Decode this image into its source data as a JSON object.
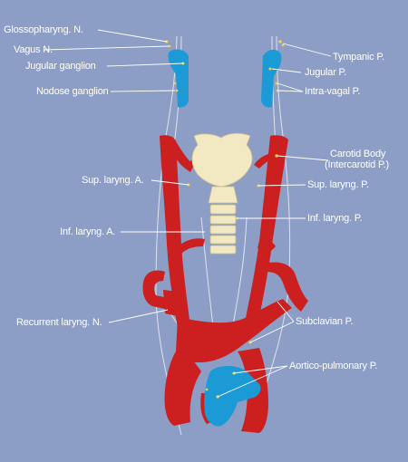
{
  "labels": {
    "glossopharyngeal": "Glossopharyng. N.",
    "vagus": "Vagus N.",
    "jugular_ganglion": "Jugular ganglion",
    "nodose_ganglion": "Nodose ganglion",
    "sup_laryngeal_artery": "Sup. laryng. A.",
    "inf_laryngeal_artery": "Inf. laryng. A.",
    "recurrent_laryngeal": "Recurrent laryng. N.",
    "tympanic": "Tympanic P.",
    "jugular_p": "Jugular P.",
    "intravagal": "Intra-vagal P.",
    "carotid_body": "Carotid Body",
    "intercarotid": "(Intercarotid P.)",
    "sup_laryngeal_p": "Sup. laryng. P.",
    "inf_laryngeal_p": "Inf. laryng. P.",
    "subclavian_p": "Subclavian P.",
    "aortico_pulmonary": "Aortico-pulmonary P."
  },
  "colors": {
    "background": "#8c9ec6",
    "artery": "#cc1f1f",
    "vein_blue": "#1b9ad6",
    "cartilage": "#f2e8c2",
    "nerve": "#dfe3ea",
    "leader": "#ffffff",
    "paraganglion": "#f0d24a"
  }
}
